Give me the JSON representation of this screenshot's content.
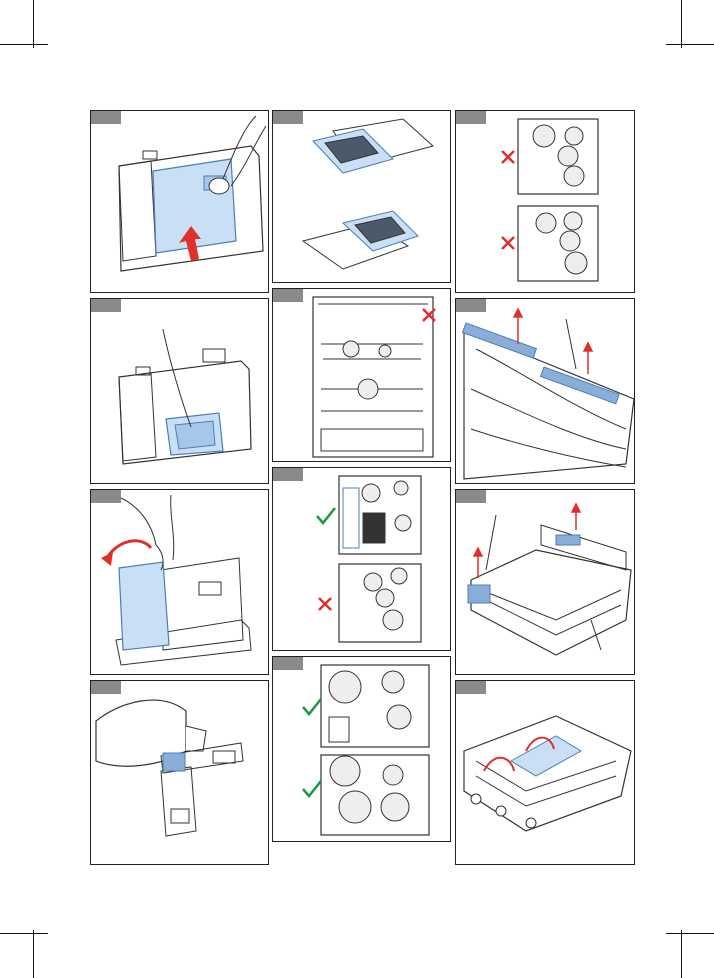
{
  "page": {
    "description_tags": [
      "dishwasher-manual-illustrations"
    ],
    "colors": {
      "tab": "#8a8a8a",
      "blue_fill": "#c9dff5",
      "blue_stroke": "#4a7fb5",
      "red_arrow": "#e0302a",
      "red_cross": "#e0302a",
      "green_check": "#1a9a3a",
      "line": "#333333"
    }
  },
  "panels": [
    {
      "id": "p1",
      "icon": "detergent-dispenser-open-lid"
    },
    {
      "id": "p2",
      "icon": "cutlery-drawer-extend"
    },
    {
      "id": "p3",
      "icon": "upper-rack-wrong-loading",
      "marks": [
        "cross",
        "cross"
      ]
    },
    {
      "id": "p4",
      "icon": "rinse-aid-compartment"
    },
    {
      "id": "p5",
      "icon": "dishwasher-front-wrong",
      "marks": [
        "cross"
      ]
    },
    {
      "id": "p6",
      "icon": "rack-fold-down-spikes"
    },
    {
      "id": "p7",
      "icon": "lid-flip-open"
    },
    {
      "id": "p8",
      "icon": "lower-rack-loading",
      "marks": [
        "check",
        "cross"
      ]
    },
    {
      "id": "p9",
      "icon": "rack-height-adjust"
    },
    {
      "id": "p10",
      "icon": "pour-rinse-aid"
    },
    {
      "id": "p11",
      "icon": "lower-rack-plates",
      "marks": [
        "check",
        "check"
      ]
    },
    {
      "id": "p12",
      "icon": "lower-rack-fold-tines"
    }
  ]
}
